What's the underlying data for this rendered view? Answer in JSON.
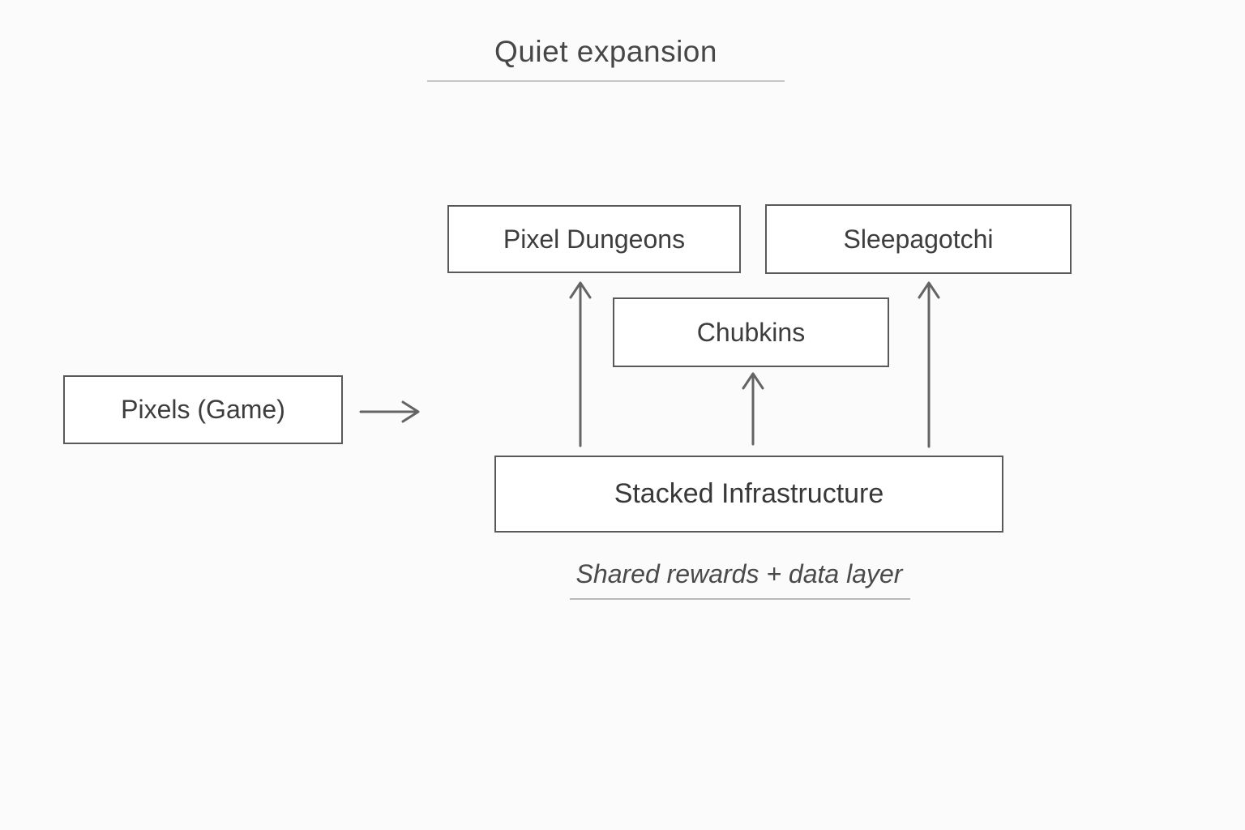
{
  "title": {
    "text": "Quiet expansion"
  },
  "caption": {
    "text": "Shared rewards + data layer"
  },
  "nodes": [
    {
      "id": "pixels-game",
      "label": "Pixels (Game)"
    },
    {
      "id": "pixel-dungeons",
      "label": "Pixel Dungeons"
    },
    {
      "id": "sleepagotchi",
      "label": "Sleepagotchi"
    },
    {
      "id": "chubkins",
      "label": "Chubkins"
    },
    {
      "id": "stacked-infrastructure",
      "label": "Stacked Infrastructure"
    }
  ],
  "edges": [
    {
      "from": "pixels-game",
      "to": "ecosystem",
      "direction": "right"
    },
    {
      "from": "stacked-infrastructure",
      "to": "pixel-dungeons",
      "direction": "up"
    },
    {
      "from": "stacked-infrastructure",
      "to": "chubkins",
      "direction": "up"
    },
    {
      "from": "stacked-infrastructure",
      "to": "sleepagotchi",
      "direction": "up"
    }
  ],
  "colors": {
    "background": "#fbfbfb",
    "node_fill": "#ffffff",
    "node_border": "#595959",
    "text": "#3d3d3d",
    "arrow": "#646464",
    "underline": "#c6c6c6"
  }
}
